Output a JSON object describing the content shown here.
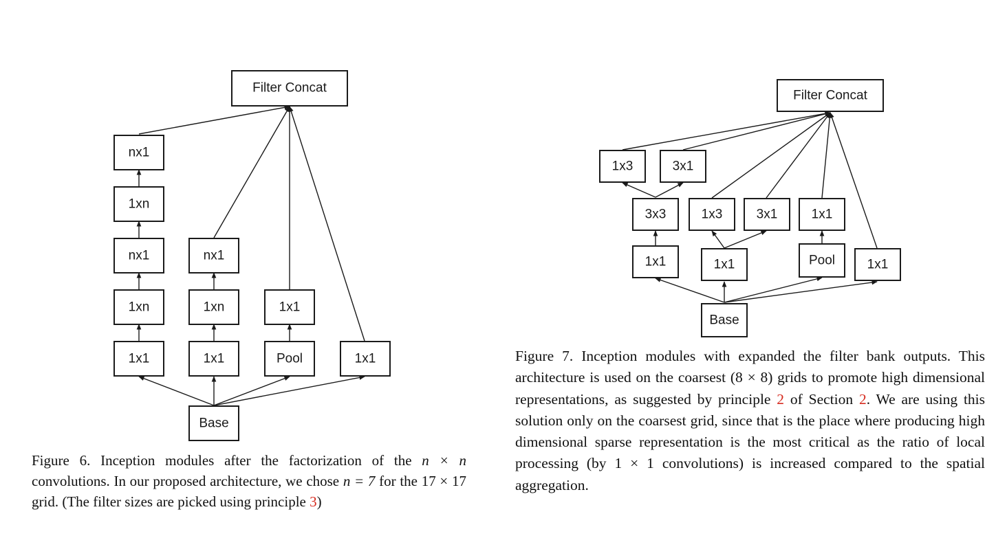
{
  "colors": {
    "ink": "#1a1a1a",
    "reference": "#d62b1f",
    "background": "#ffffff"
  },
  "figure6": {
    "nodes": {
      "concat": "Filter Concat",
      "b1_1x1": "1x1",
      "b1_1xn_a": "1xn",
      "b1_nx1_a": "nx1",
      "b1_1xn_b": "1xn",
      "b1_nx1_b": "nx1",
      "b2_1x1": "1x1",
      "b2_1xn": "1xn",
      "b2_nx1": "nx1",
      "b3_pool": "Pool",
      "b3_1x1": "1x1",
      "b4_1x1": "1x1",
      "base": "Base"
    },
    "caption": {
      "t1": "Figure 6. Inception modules after the factorization of the ",
      "m1": "n × n",
      "t2": " convolutions. In our proposed architecture, we chose ",
      "m2": "n = 7",
      "t3": " for the 17 × 17 grid. (The filter sizes are picked using principle ",
      "ref": "3",
      "t4": ")"
    }
  },
  "figure7": {
    "nodes": {
      "concat": "Filter Concat",
      "b1_1x3": "1x3",
      "b1_3x1": "3x1",
      "b1_3x3": "3x3",
      "b1_1x1": "1x1",
      "b2_1x3": "1x3",
      "b2_3x1": "3x1",
      "b2_1x1": "1x1",
      "b3_1x1": "1x1",
      "b3_pool": "Pool",
      "b4_1x1": "1x1",
      "base": "Base"
    },
    "caption": {
      "t1": "Figure 7. Inception modules with expanded the filter bank outputs. This architecture is used on the coarsest (8 × 8) grids to promote high dimensional representations, as suggested by principle ",
      "ref1": "2",
      "t2": " of Section ",
      "ref2": "2",
      "t3": ". We are using this solution only on the coarsest grid, since that is the place where producing high dimensional sparse representation is the most critical as the ratio of local processing (by 1 × 1 convolutions) is increased compared to the spatial aggregation."
    }
  }
}
